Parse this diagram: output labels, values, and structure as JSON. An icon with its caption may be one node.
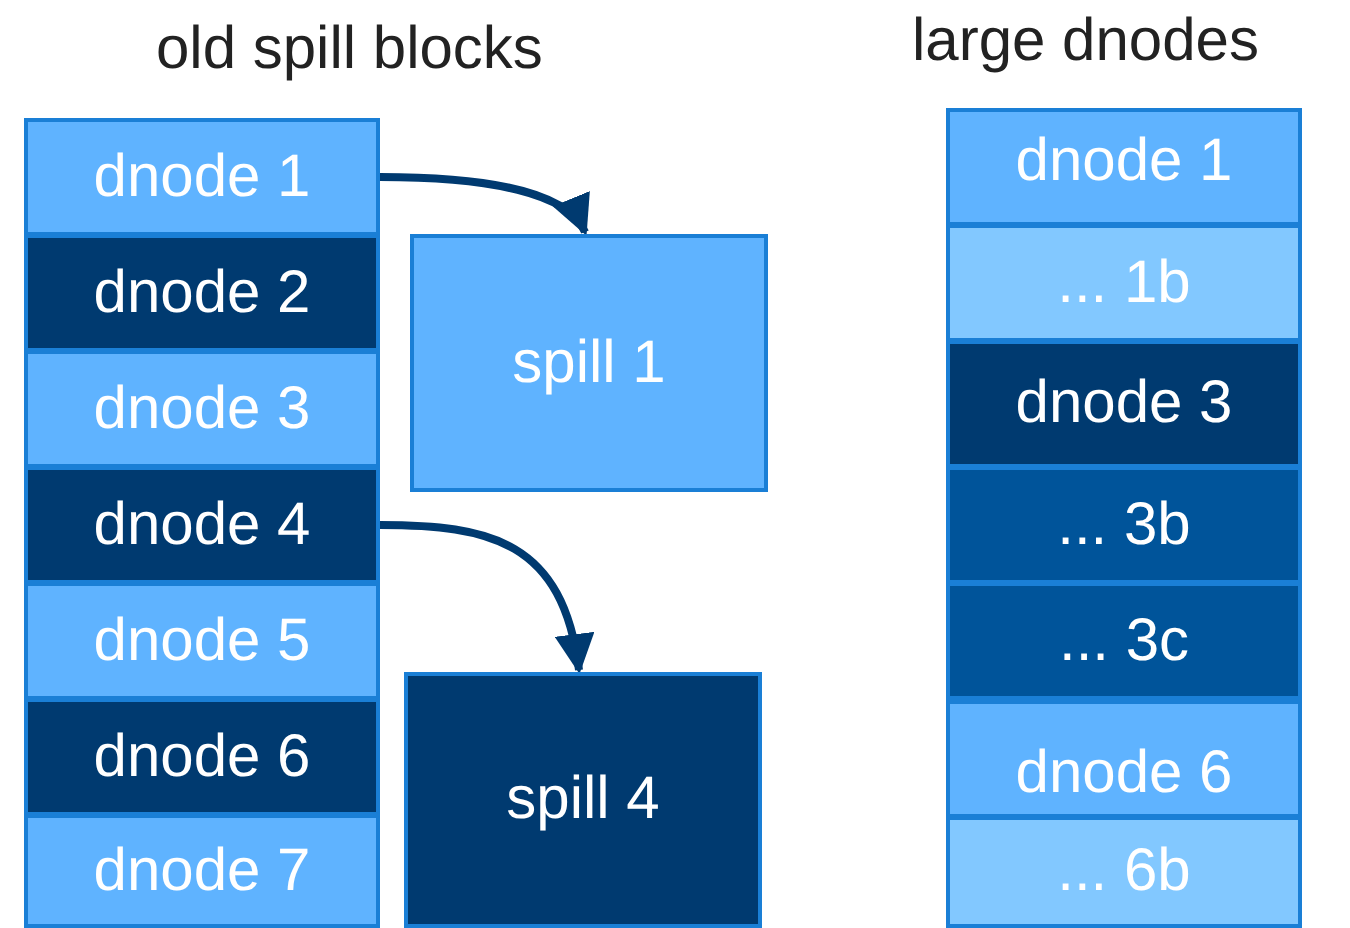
{
  "diagram": {
    "nodes": [
      {
        "text": [
          "dnode 1"
        ]
      },
      {
        "text": [
          "dnode 2"
        ]
      },
      {
        "text": [
          "dnode 3"
        ]
      },
      {
        "text": [
          "dnode 4"
        ]
      },
      {
        "text": [
          "dnode 5"
        ]
      },
      {
        "text": [
          "dnode 6"
        ]
      },
      {
        "text": [
          "dnode 7"
        ]
      },
      {
        "text": [
          "spill 1"
        ]
      },
      {
        "text": [
          "spill 4"
        ]
      },
      {
        "text": [
          "dnode 1"
        ]
      },
      {
        "text": [
          "... 1b"
        ]
      },
      {
        "text": [
          "dnode 3"
        ]
      },
      {
        "text": [
          "... 3b"
        ]
      },
      {
        "text": [
          "... 3c"
        ]
      },
      {
        "text": [
          "dnode 6"
        ]
      },
      {
        "text": [
          "... 6b"
        ]
      }
    ],
    "edges": [
      {
        "from": 0,
        "to": 7,
        "arrow": "to"
      },
      {
        "from": 3,
        "to": 8,
        "arrow": "to"
      }
    ],
    "labels": [
      "old spill blocks",
      "large dnodes"
    ]
  }
}
